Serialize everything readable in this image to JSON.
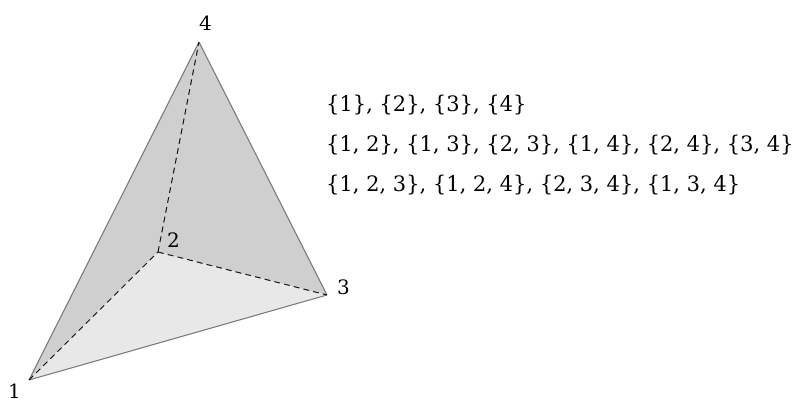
{
  "vertices": {
    "v1": "1",
    "v2": "2",
    "v3": "3",
    "v4": "4"
  },
  "subsets": {
    "singletons": "{1}, {2}, {3}, {4}",
    "pairs": "{1, 2}, {1, 3}, {2, 3}, {1, 4}, {2, 4}, {3, 4}",
    "triples": "{1, 2, 3}, {1, 2, 4}, {2, 3, 4}, {1, 3, 4}"
  },
  "colors": {
    "face_dark": "#cfcfcf",
    "face_light": "#e8e8e8",
    "edge_solid": "#6e6e6e",
    "edge_dashed": "#000000"
  }
}
